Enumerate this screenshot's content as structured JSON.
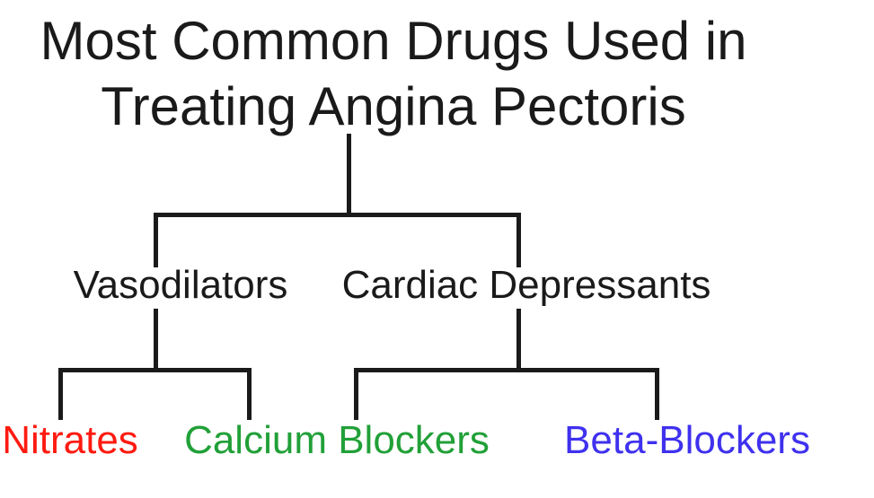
{
  "diagram": {
    "title": {
      "line1": "Most Common Drugs Used in",
      "line2": "Treating Angina Pectoris"
    },
    "nodes": {
      "vasodilators": {
        "label": "Vasodilators",
        "color": "#1a1a1a"
      },
      "cardiac_depressants": {
        "label": "Cardiac Depressants",
        "color": "#1a1a1a"
      },
      "nitrates": {
        "label": "Nitrates",
        "color": "#ff1a10"
      },
      "calcium_blockers": {
        "label": "Calcium Blockers",
        "color": "#21a038"
      },
      "beta_blockers": {
        "label": "Beta-Blockers",
        "color": "#3f31ee"
      }
    },
    "hierarchy": {
      "root": "Most Common Drugs Used in Treating Angina Pectoris",
      "children": [
        {
          "label": "Vasodilators",
          "children": [
            "Nitrates",
            "Calcium Blockers"
          ]
        },
        {
          "label": "Cardiac Depressants",
          "children": [
            "Calcium Blockers",
            "Beta-Blockers"
          ]
        }
      ]
    },
    "line_color": "#1a1a1a"
  }
}
